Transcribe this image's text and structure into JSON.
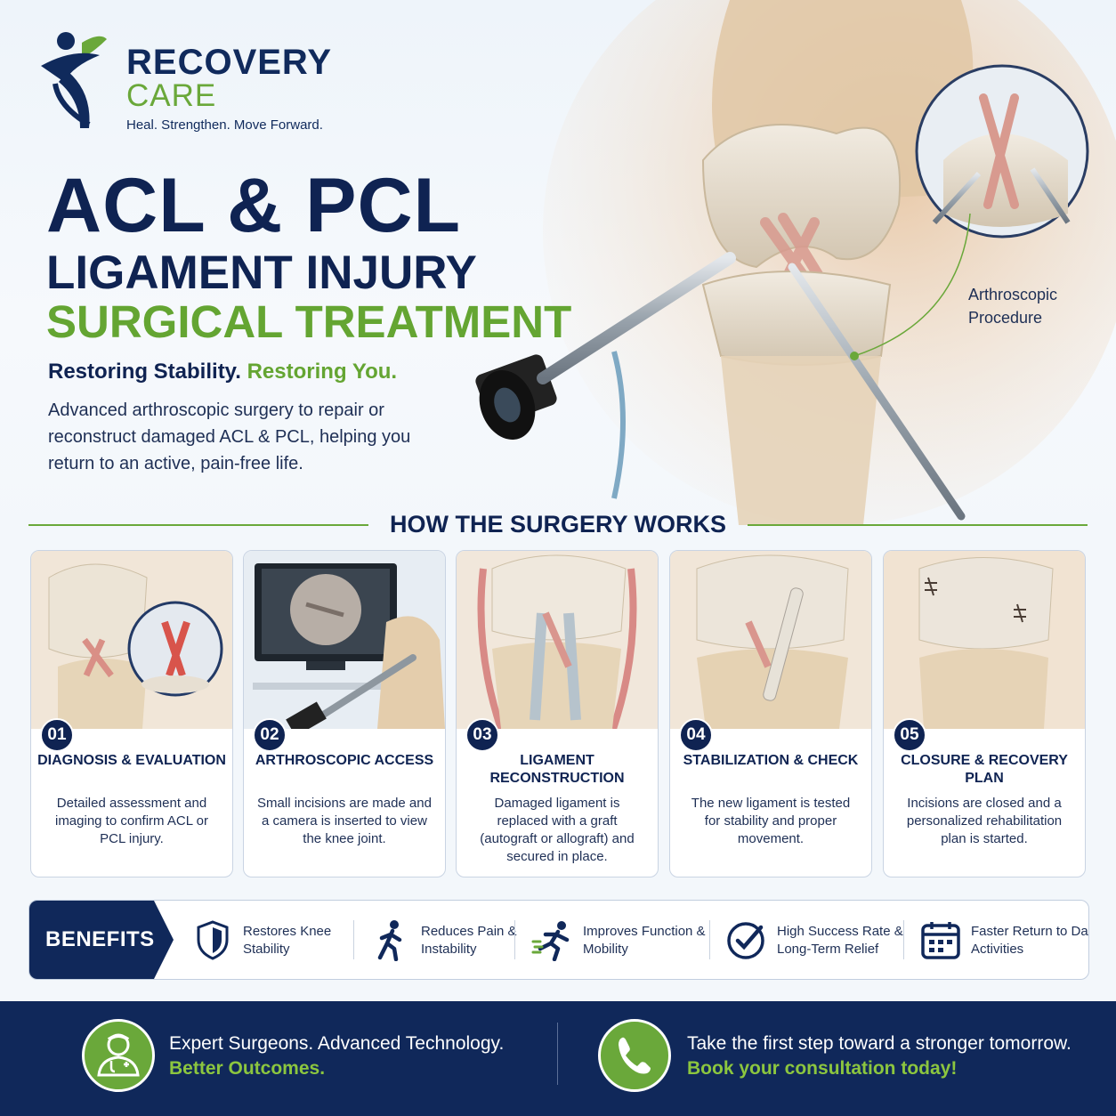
{
  "brand": {
    "name_line1": "RECOVERY",
    "name_line2": "CARE",
    "tagline": "Heal. Strengthen. Move Forward."
  },
  "hero": {
    "title_line1": "ACL & PCL",
    "title_line2": "LIGAMENT INJURY",
    "title_line3": "SURGICAL TREATMENT",
    "subtitle_a": "Restoring Stability.",
    "subtitle_b": "Restoring You.",
    "intro": "Advanced arthroscopic surgery to repair or reconstruct damaged ACL & PCL, helping you return to an active, pain-free life.",
    "callout_label": "Arthroscopic Procedure"
  },
  "section_title": "HOW THE SURGERY WORKS",
  "steps": [
    {
      "num": "01",
      "title": "DIAGNOSIS & EVALUATION",
      "text": "Detailed assessment and imaging to confirm ACL or PCL injury."
    },
    {
      "num": "02",
      "title": "ARTHROSCOPIC ACCESS",
      "text": "Small incisions are made and a camera is inserted to view the knee joint."
    },
    {
      "num": "03",
      "title": "LIGAMENT RECONSTRUCTION",
      "text": "Damaged ligament is replaced with a graft (autograft or allograft) and secured in place."
    },
    {
      "num": "04",
      "title": "STABILIZATION & CHECK",
      "text": "The new ligament is tested for stability and proper movement."
    },
    {
      "num": "05",
      "title": "CLOSURE & RECOVERY PLAN",
      "text": "Incisions are closed and a personalized rehabilitation plan is started."
    }
  ],
  "benefits": {
    "title": "BENEFITS",
    "items": [
      {
        "icon": "shield-icon",
        "text": "Restores Knee Stability"
      },
      {
        "icon": "walking-person-icon",
        "text": "Reduces Pain & Instability"
      },
      {
        "icon": "running-person-icon",
        "text": "Improves Function & Mobility"
      },
      {
        "icon": "check-circle-icon",
        "text": "High Success Rate & Long-Term Relief"
      },
      {
        "icon": "calendar-icon",
        "text": "Faster Return to Daily Activities"
      }
    ]
  },
  "footer": {
    "left_line1": "Expert Surgeons. Advanced Technology.",
    "left_line2": "Better Outcomes.",
    "right_line1": "Take the first step toward a stronger tomorrow.",
    "right_line2": "Book your consultation today!"
  },
  "colors": {
    "navy": "#0f2352",
    "green": "#64a532",
    "footer_bg": "#10285a"
  }
}
